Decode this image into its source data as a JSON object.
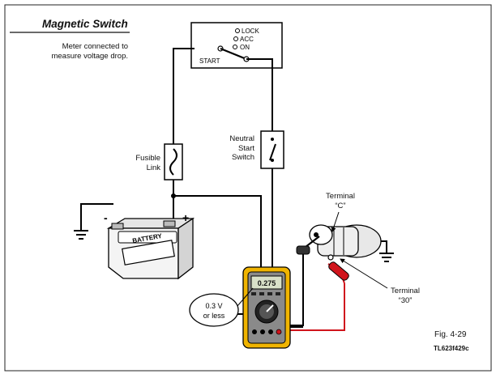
{
  "title": "Magnetic Switch",
  "note": "Meter connected to measure voltage drop.",
  "ignition": {
    "positions": [
      "LOCK",
      "ACC",
      "ON"
    ],
    "start_label": "START"
  },
  "fusible_link": {
    "line1": "Fusible",
    "line2": "Link"
  },
  "neutral_switch": {
    "line1": "Neutral",
    "line2": "Start",
    "line3": "Switch"
  },
  "battery": {
    "label": "BATTERY",
    "negative": "-",
    "positive": "+"
  },
  "terminal_c": {
    "line1": "Terminal",
    "line2": "“C”"
  },
  "terminal_30": {
    "line1": "Terminal",
    "line2": "“30”"
  },
  "meter": {
    "display": "0.275",
    "callout_line1": "0.3 V",
    "callout_line2": "or less"
  },
  "figure": {
    "number": "Fig. 4-29",
    "code": "TL623f429c"
  },
  "colors": {
    "lead_red": "#d0141c",
    "meter_body": "#f0b400",
    "wire": "#000000"
  }
}
